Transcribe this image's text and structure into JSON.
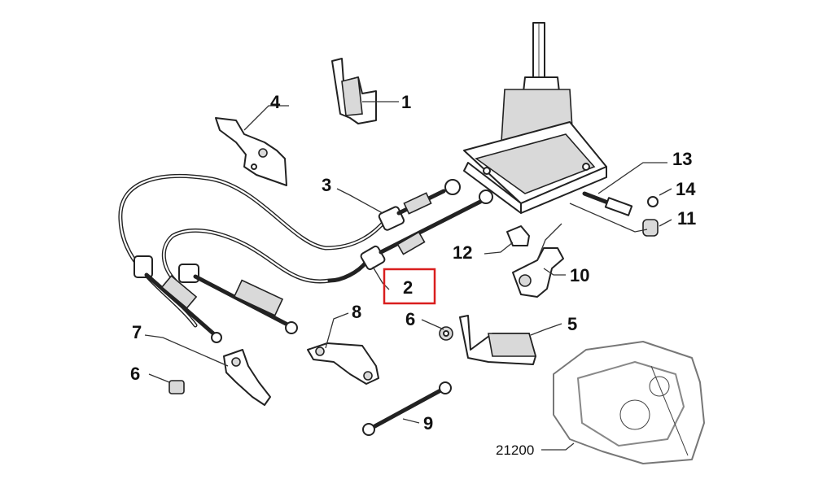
{
  "labels": {
    "p1": "1",
    "p2": "2",
    "p3": "3",
    "p4": "4",
    "p5": "5",
    "p6a": "6",
    "p6b": "6",
    "p7": "7",
    "p8": "8",
    "p9": "9",
    "p10": "10",
    "p11": "11",
    "p12": "12",
    "p13": "13",
    "p14": "14",
    "ref": "21200"
  },
  "colors": {
    "highlight": "#d91e1e",
    "line": "#222222"
  },
  "highlighted_part": "2"
}
